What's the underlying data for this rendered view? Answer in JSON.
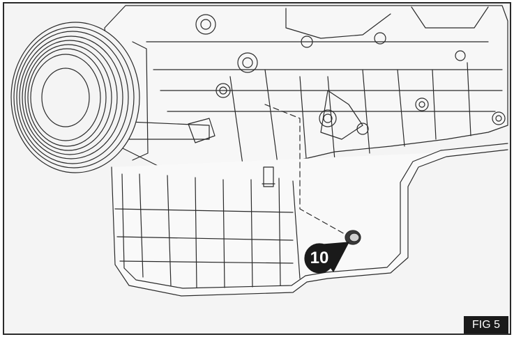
{
  "figure": {
    "label": "FIG 5",
    "callout_number": "10"
  },
  "colors": {
    "background": "#f4f4f4",
    "line": "#2a2a2a",
    "label_bg": "#1a1a1a",
    "label_text": "#ffffff"
  },
  "icons": [
    "engine-diagram",
    "crankshaft-pulley-icon",
    "drain-plug-icon",
    "callout-marker-icon"
  ]
}
